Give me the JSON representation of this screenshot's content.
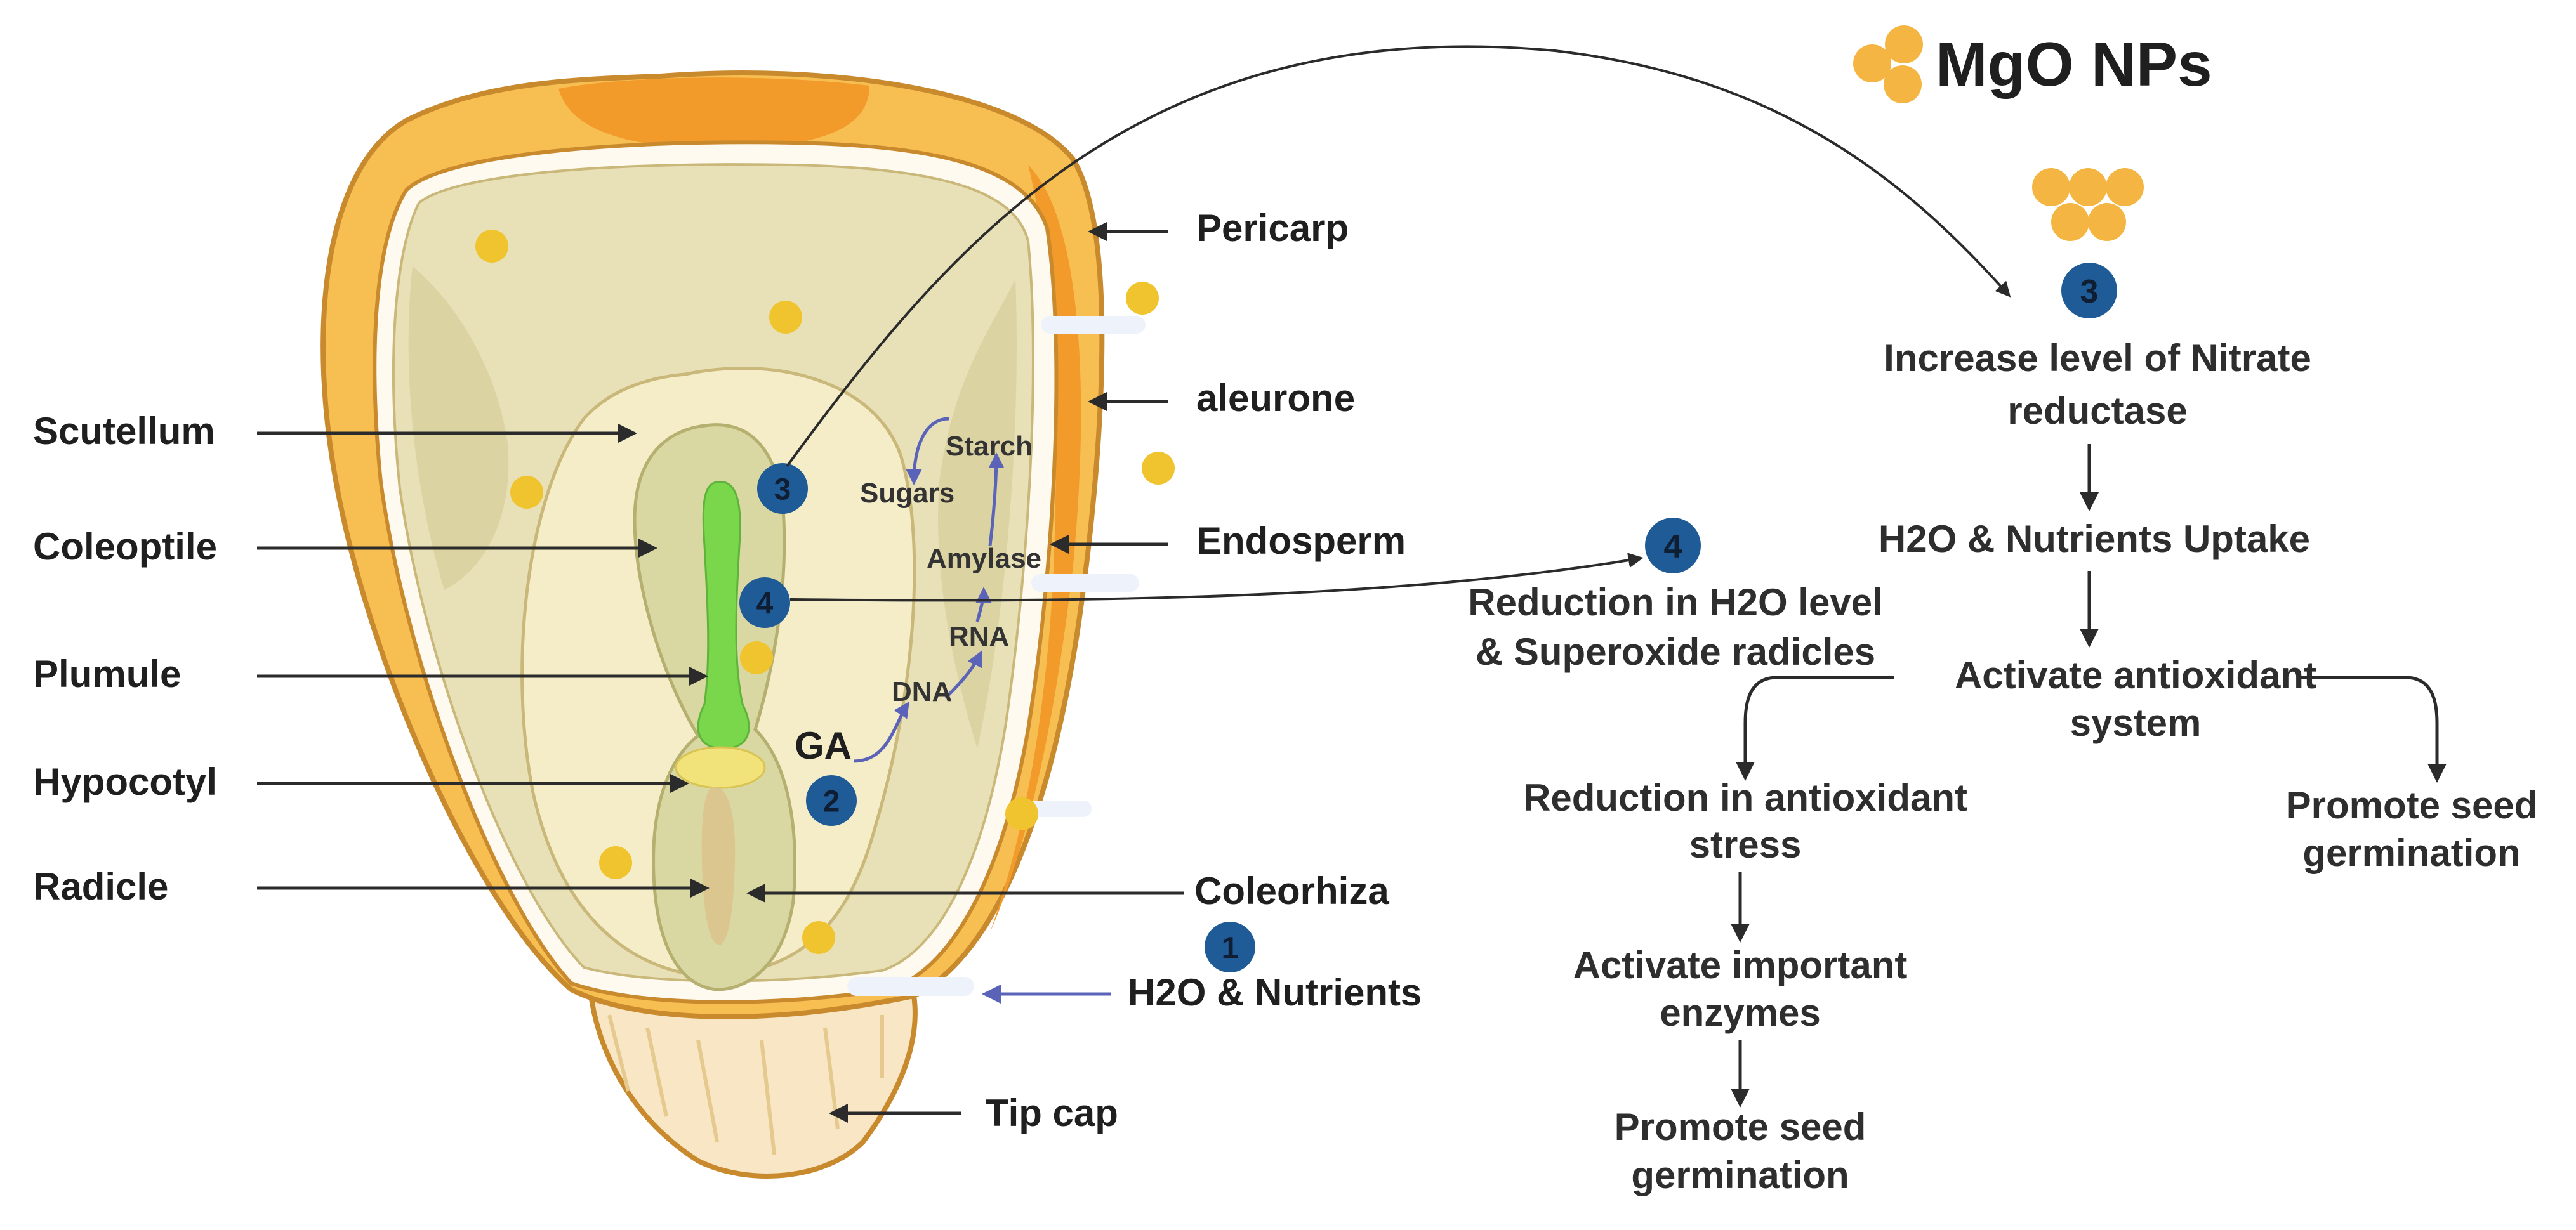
{
  "legend": {
    "label": "MgO NPs"
  },
  "colors": {
    "nanoparticle": "#f5b542",
    "badge": "#1f5b96",
    "pericarp": "#f5a733",
    "kernel_outline": "#c98a2e",
    "endosperm": "#e8e1b8",
    "embryo": "#d9d8a0",
    "shoot": "#7ad64a",
    "arrow": "#2b2b2b",
    "blue_arrow": "#5a63b8"
  },
  "seed_labels": {
    "pericarp": "Pericarp",
    "aleurone": "aleurone",
    "endosperm": "Endosperm",
    "scutellum": "Scutellum",
    "coleoptile": "Coleoptile",
    "plumule": "Plumule",
    "hypocotyl": "Hypocotyl",
    "radicle": "Radicle",
    "coleorhiza": "Coleorhiza",
    "water_nutrients": "H2O & Nutrients",
    "tip_cap": "Tip cap"
  },
  "inner_labels": {
    "starch": "Starch",
    "sugars": "Sugars",
    "amylase": "Amylase",
    "rna": "RNA",
    "dna": "DNA",
    "ga": "GA"
  },
  "badges": {
    "b1": "1",
    "b2": "2",
    "b3_seed": "3",
    "b4_seed": "4",
    "b3_flow": "3",
    "b4_flow": "4"
  },
  "flow": {
    "step3_line1": "Increase level of Nitrate",
    "step3_line2": "reductase",
    "uptake": "H2O & Nutrients Uptake",
    "antioxidant_line1": "Activate antioxidant",
    "antioxidant_line2": "system",
    "reduction_stress_line1": "Reduction in antioxidant",
    "reduction_stress_line2": "stress",
    "enzymes_line1": "Activate important",
    "enzymes_line2": "enzymes",
    "promote_left_line1": "Promote seed",
    "promote_left_line2": "germination",
    "promote_right_line1": "Promote seed",
    "promote_right_line2": "germination",
    "step4_line1": "Reduction in H2O level",
    "step4_line2": "& Superoxide radicles"
  }
}
